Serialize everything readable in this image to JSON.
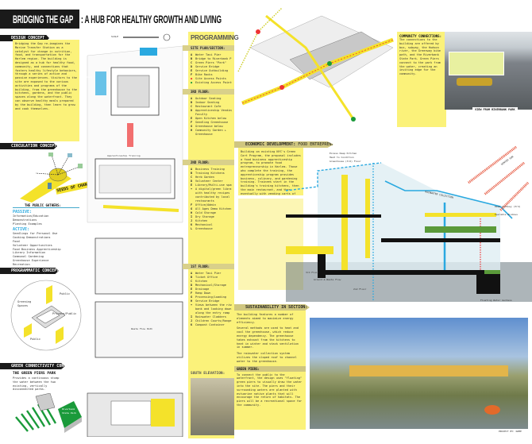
{
  "title": {
    "main": "BRIDGING THE GAP",
    "rest": ": A HUB FOR HEALTHY GROWTH AND LIVING"
  },
  "design_concept": {
    "heading": "DESIGN CONCEPT",
    "text": "Bridging the Gap re-imagines the Marine Transfer Station as a catalyst for change in nutrition, food, and transportation for the Harlem region. The building is designed as a hub for healthy food, community, and connections that fosters healthy lifestyle behaviors, through a series of active and passive experiences. Visitors to the site are exposed to the various activities and programs of the building, from the greenhouse to the kitchens, gardens, and the public spaces along the waterfront. They can observe healthy meals prepared by the building, then learn to grow and cook themselves."
  },
  "circulation_concept": {
    "heading": "CIRCULATION CONCEPT",
    "tag": "SEEDS OF CHANGE"
  },
  "public_outreach": {
    "heading": "THE PUBLIC GATHERS:",
    "passive_label": "PASSIVE:",
    "passive": [
      "Information/Education",
      "Demonstrations",
      "Planting Examples"
    ],
    "active_label": "ACTIVE:",
    "active": [
      "Seedlings for Personal Use",
      "Cooking Demonstrations",
      "Food",
      "Volunteer Opportunities",
      "Food Business Apprenticeship",
      "Library Information",
      "Communal Gardening",
      "Greenhouse Experience",
      "Recreation"
    ]
  },
  "programmatic_concept": {
    "heading": "PROGRAMMATIC CONCEPT",
    "labels": [
      "N",
      "Public",
      "Greening Spaces",
      "Private/Public",
      "Public"
    ]
  },
  "green_connectivity": {
    "heading": "GREEN CONNECTIVITY CONCEPT",
    "subheading": "THE GREEN PIERS PARK",
    "text": "Provides a continuous stump the water between the two existing, vertically disconnected parks.",
    "tag": "Riverbank State Park"
  },
  "site_plan": {
    "scale_label": "SCALE",
    "labels": [
      "Site Boundary",
      "Apprenticeship Training",
      "Waste Flow Path"
    ]
  },
  "programming": {
    "title": "PROGRAMMING",
    "sections": [
      {
        "heading": "SITE PLAN/SECTION:",
        "items": [
          [
            "A",
            "Water Taxi Pier"
          ],
          [
            "B",
            "Bridge to Riverbank P."
          ],
          [
            "C",
            "Green Piers \"Park\""
          ],
          [
            "D",
            "Service Bridge"
          ],
          [
            "E",
            "Service Outbuilding"
          ],
          [
            "F",
            "Bike Racks"
          ],
          [
            "●",
            "Site Access Points"
          ],
          [
            "●",
            "Existing Access Points"
          ]
        ]
      },
      {
        "heading": "3RD FLOOR:",
        "items": [
          [
            "A",
            "Outdoor Seating"
          ],
          [
            "B",
            "Indoor Seating"
          ],
          [
            "C",
            "Restaurant Cafe"
          ],
          [
            "D",
            "Apprenticeship Vending"
          ],
          [
            "",
            "Faculty"
          ],
          [
            "E",
            "Open Kitchen below"
          ],
          [
            "F",
            "Seedling Greenhouse"
          ],
          [
            "G",
            "Greenhouse below"
          ],
          [
            "H",
            "Community Garden +"
          ],
          [
            "",
            "Greenhouse"
          ]
        ]
      },
      {
        "heading": "2ND FLOOR:",
        "items": [
          [
            "A",
            "Business Training"
          ],
          [
            "B",
            "Training Kitchens"
          ],
          [
            "C",
            "Herb Garden"
          ],
          [
            "D",
            "Volunteer Center"
          ],
          [
            "E",
            "Library/Multi-use space"
          ],
          [
            "•",
            "A digital/green library"
          ],
          [
            "",
            "with healthy recipes"
          ],
          [
            "",
            "contributed by local"
          ],
          [
            "",
            "restaurants"
          ],
          [
            "F",
            "Office/Admin"
          ],
          [
            "G",
            "All Ages Demo Kitchen"
          ],
          [
            "H",
            "Cold Storage"
          ],
          [
            "I",
            "Dry Storage"
          ],
          [
            "J",
            "Kitchen"
          ],
          [
            "K",
            "Mechanical"
          ],
          [
            "L",
            "Greenhouse"
          ]
        ]
      },
      {
        "heading": "1ST FLOOR:",
        "items": [
          [
            "A",
            "Water Taxi Pier"
          ],
          [
            "B",
            "Ticket Office"
          ],
          [
            "C",
            "Kitchen"
          ],
          [
            "D",
            "Mechanical/Storage"
          ],
          [
            "E",
            "Drainage"
          ],
          [
            "F",
            "Ramp Down"
          ],
          [
            "G",
            "Processing/Loading"
          ],
          [
            "H",
            "Service Bridge"
          ],
          [
            "•",
            "Views between the river-"
          ],
          [
            "",
            "bank and looking down"
          ],
          [
            "",
            "along the entry ramp"
          ],
          [
            "I",
            "Rainwater Cladders"
          ],
          [
            "J",
            "Children Courts/Range"
          ],
          [
            "K",
            "Compost Container"
          ]
        ]
      }
    ],
    "south_elevation": "SOUTH ELEVATION:"
  },
  "community_connections": {
    "heading": "COMMUNITY CONNECTIONS:",
    "text": "The connections to the building are offered by bus, subway, the Hudson river, the Greenway bike path, and the Riverbank State Park. Green Piers connect to the park from the water, creating an inviting edge for the community."
  },
  "view_caption": "VIEW FROM RIVERBANK PARK",
  "economic": {
    "heading": "ECONOMIC DEVELOPMENT:",
    "subheading": "FOOD ENTREPRENEURSHIP",
    "text": "Building on existing NYC's Green Cart Program, the proposal includes a food business apprenticeship program, to promote food entrepreneurship in Harlem. Those who complete the training, the apprenticeship program provides business, culinary, and gardening training. Trainees start in the building's training kitchens, then the main restaurant, and then eventually with vending carts of their own."
  },
  "section_labels": {
    "skylight": "Excess Deep Kitchen Heat to Condition Greenhouse (3rd) Floor",
    "rainwater": "RAINWATER COLLECTION",
    "stack": "Deep Chimney (3rd)",
    "windows": "Operable Windows",
    "wind": "WINTER SUN",
    "floor3": "3rd Floor",
    "floor2": "2nd Floor",
    "deck": "Floating Water Gardens",
    "ground": "Ground & Waste Flow"
  },
  "sustainability": {
    "heading": "SUSTAINABILITY IN SECTION:",
    "text1": "The building features a number of elements aimed to maximize energy efficiency.",
    "text2": "Several methods are used to heat and cool the greenhouse, which reduce energy dependency. The greenhouse takes exhaust from the kitchens to heat in winter and stack ventilation in summer.",
    "text3": "The rainwater collection system utilizes the sloped roof to channel water to the greenhouse."
  },
  "green_piers": {
    "heading": "GREEN PIERS:",
    "text": "To connect the public to the waterfront, the design uses \"floating\" green piers to visually draw the water into the site. The piers and their surrounding waters are planted with estuarine native plants that will encourage the return of habitats. The piers will be a recreational space for the community."
  },
  "credits": "PROJECT BY: NAME"
}
